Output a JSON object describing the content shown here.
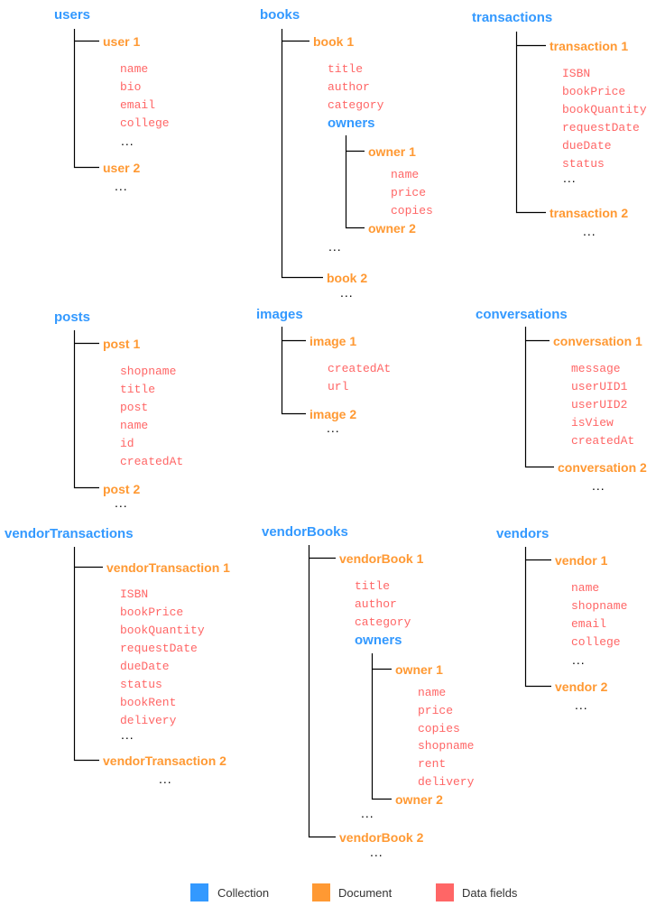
{
  "colors": {
    "collection": "#3399ff",
    "document": "#ff9933",
    "field": "#ff6666",
    "line": "#000000"
  },
  "ellipsis": "...",
  "users": {
    "title": "users",
    "doc1": "user 1",
    "doc2": "user 2",
    "fields": [
      "name",
      "bio",
      "email",
      "college"
    ]
  },
  "books": {
    "title": "books",
    "doc1": "book 1",
    "doc2": "book 2",
    "fields": [
      "title",
      "author",
      "category"
    ],
    "sub": "owners",
    "owner1": "owner 1",
    "owner2": "owner 2",
    "owner_fields": [
      "name",
      "price",
      "copies"
    ]
  },
  "transactions": {
    "title": "transactions",
    "doc1": "transaction 1",
    "doc2": "transaction 2",
    "fields": [
      "ISBN",
      "bookPrice",
      "bookQuantity",
      "requestDate",
      "dueDate",
      "status"
    ]
  },
  "posts": {
    "title": "posts",
    "doc1": "post 1",
    "doc2": "post 2",
    "fields": [
      "shopname",
      "title",
      "post",
      "name",
      "id",
      "createdAt"
    ]
  },
  "images": {
    "title": "images",
    "doc1": "image 1",
    "doc2": "image 2",
    "fields": [
      "createdAt",
      "url"
    ]
  },
  "conversations": {
    "title": "conversations",
    "doc1": "conversation 1",
    "doc2": "conversation 2",
    "fields": [
      "message",
      "userUID1",
      "userUID2",
      "isView",
      "createdAt"
    ]
  },
  "vendorTransactions": {
    "title": "vendorTransactions",
    "doc1": "vendorTransaction 1",
    "doc2": "vendorTransaction 2",
    "fields": [
      "ISBN",
      "bookPrice",
      "bookQuantity",
      "requestDate",
      "dueDate",
      "status",
      "bookRent",
      "delivery"
    ]
  },
  "vendorBooks": {
    "title": "vendorBooks",
    "doc1": "vendorBook 1",
    "doc2": "vendorBook 2",
    "fields": [
      "title",
      "author",
      "category"
    ],
    "sub": "owners",
    "owner1": "owner 1",
    "owner2": "owner 2",
    "owner_fields": [
      "name",
      "price",
      "copies",
      "shopname",
      "rent",
      "delivery"
    ]
  },
  "vendors": {
    "title": "vendors",
    "doc1": "vendor 1",
    "doc2": "vendor 2",
    "fields": [
      "name",
      "shopname",
      "email",
      "college"
    ]
  },
  "legend": {
    "collection": "Collection",
    "document": "Document",
    "fields": "Data fields"
  }
}
